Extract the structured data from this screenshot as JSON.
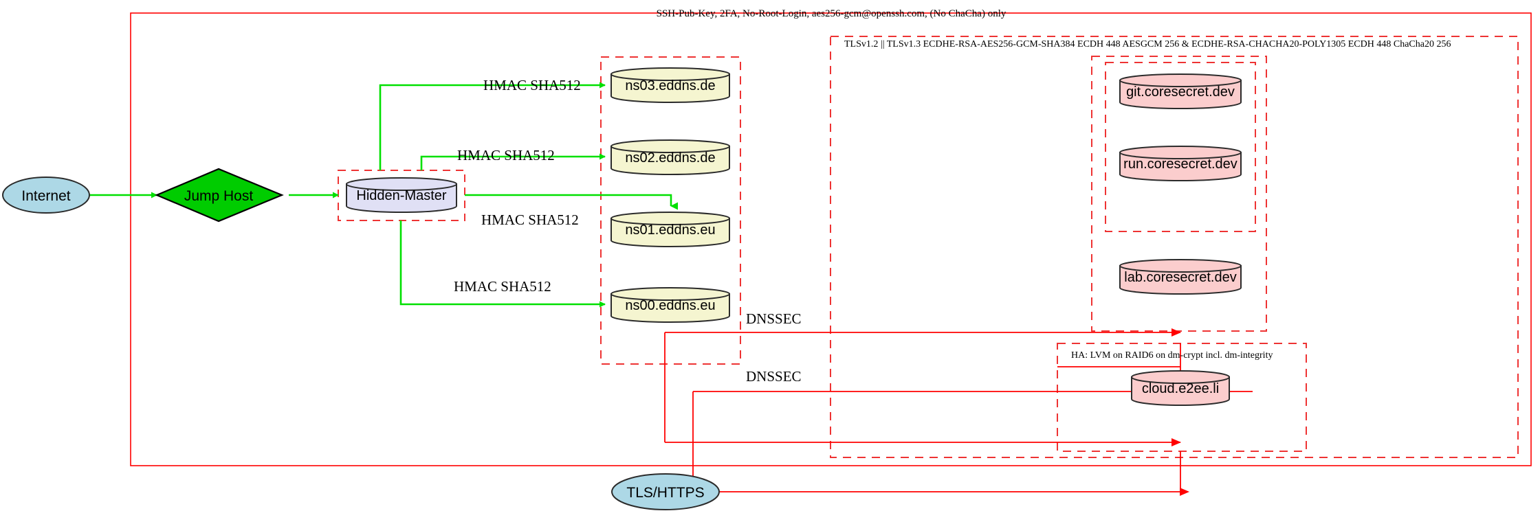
{
  "diagram": {
    "title_note": "SSH-Pub-Key, 2FA, No-Root-Login, aes256-gcm@openssh.com, (No ChaCha) only",
    "tls_note": "TLSv1.2 || TLSv1.3 ECDHE-RSA-AES256-GCM-SHA384 ECDH 448 AESGCM 256 & ECDHE-RSA-CHACHA20-POLY1305 ECDH 448 ChaCha20 256",
    "ha_note": "HA: LVM on RAID6 on dm-crypt incl. dm-integrity"
  },
  "nodes": {
    "internet": "Internet",
    "jump_host": "Jump Host",
    "hidden_master": "Hidden-Master",
    "ns03": "ns03.eddns.de",
    "ns02": "ns02.eddns.de",
    "ns01": "ns01.eddns.eu",
    "ns00": "ns00.eddns.eu",
    "git": "git.coresecret.dev",
    "run": "run.coresecret.dev",
    "lab": "lab.coresecret.dev",
    "cloud": "cloud.e2ee.li",
    "tls_https": "TLS/HTTPS"
  },
  "edge_labels": {
    "hmac_ns03": "HMAC SHA512",
    "hmac_ns02": "HMAC SHA512",
    "hmac_ns01": "HMAC SHA512",
    "hmac_ns00": "HMAC SHA512",
    "dnssec_upper": "DNSSEC",
    "dnssec_lower": "DNSSEC"
  },
  "colors": {
    "boundary_red": "#ff0000",
    "dashed_red": "#ee3333",
    "green_edge": "#00e000",
    "ellipse_fill": "#add8e6",
    "diamond_fill": "#00cc00",
    "master_fill": "#e0e0f5",
    "dns_fill": "#f5f5d0",
    "service_fill": "#fbcdcd",
    "stroke_dark": "#2b2b2b"
  }
}
